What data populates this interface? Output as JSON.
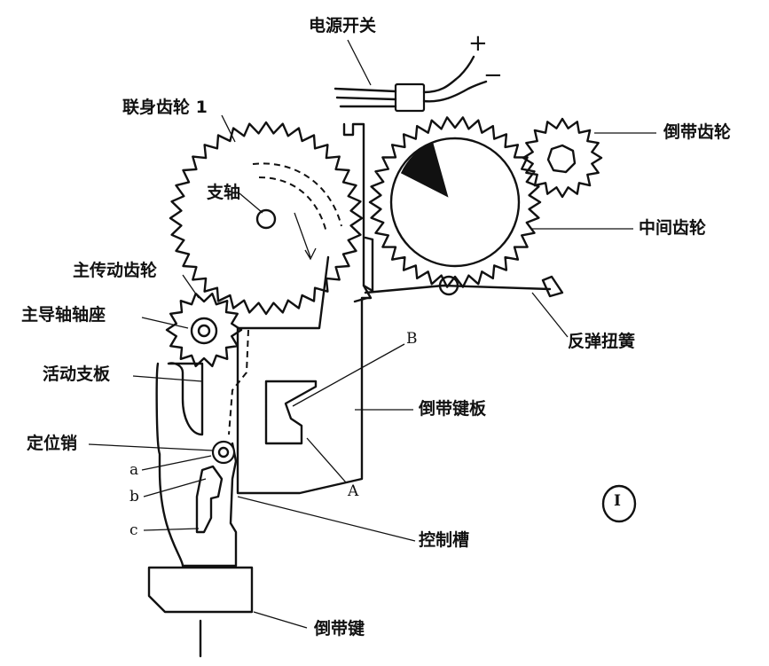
{
  "labels": {
    "power_switch": "电源开关",
    "plus": "+",
    "minus": "−",
    "linked_gear": "联身齿轮 1",
    "support_shaft": "支轴",
    "main_drive_gear": "主传动齿轮",
    "main_guide_seat": "主导轴轴座",
    "movable_plate": "活动支板",
    "locating_pin": "定位销",
    "a": "a",
    "b": "b",
    "c": "c",
    "rewind_gear": "倒带齿轮",
    "middle_gear": "中间齿轮",
    "return_spring": "反弹扭簧",
    "point_B": "B",
    "rewind_key_plate": "倒带键板",
    "point_A": "A",
    "control_slot": "控制槽",
    "rewind_key": "倒带键",
    "figure_mark": "Ⅰ"
  }
}
